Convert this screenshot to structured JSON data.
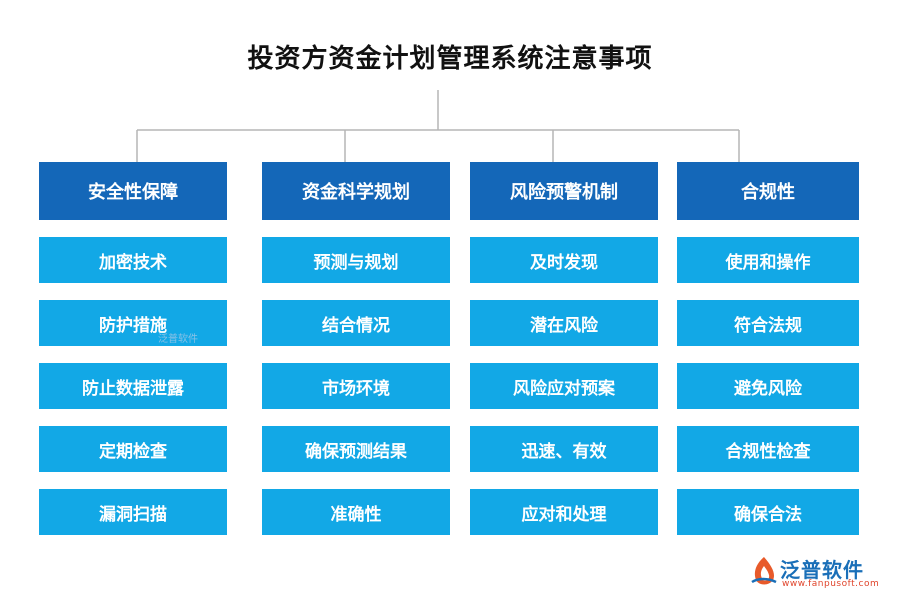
{
  "title": "投资方资金计划管理系统注意事项",
  "columns": [
    {
      "heading": "安全性保障",
      "items": [
        "加密技术",
        "防护措施",
        "防止数据泄露",
        "定期检查",
        "漏洞扫描"
      ]
    },
    {
      "heading": "资金科学规划",
      "items": [
        "预测与规划",
        "结合情况",
        "市场环境",
        "确保预测结果",
        "准确性"
      ]
    },
    {
      "heading": "风险预警机制",
      "items": [
        "及时发现",
        "潜在风险",
        "风险应对预案",
        "迅速、有效",
        "应对和处理"
      ]
    },
    {
      "heading": "合规性",
      "items": [
        "使用和操作",
        "符合法规",
        "避免风险",
        "合规性检查",
        "确保合法"
      ]
    }
  ],
  "watermark": "泛普软件",
  "logo": {
    "name": "泛普软件",
    "url": "www.fanpusoft.com"
  },
  "colors": {
    "heading_bg": "#1467b8",
    "item_bg": "#12a8e6",
    "connector": "#b5b5b5"
  }
}
